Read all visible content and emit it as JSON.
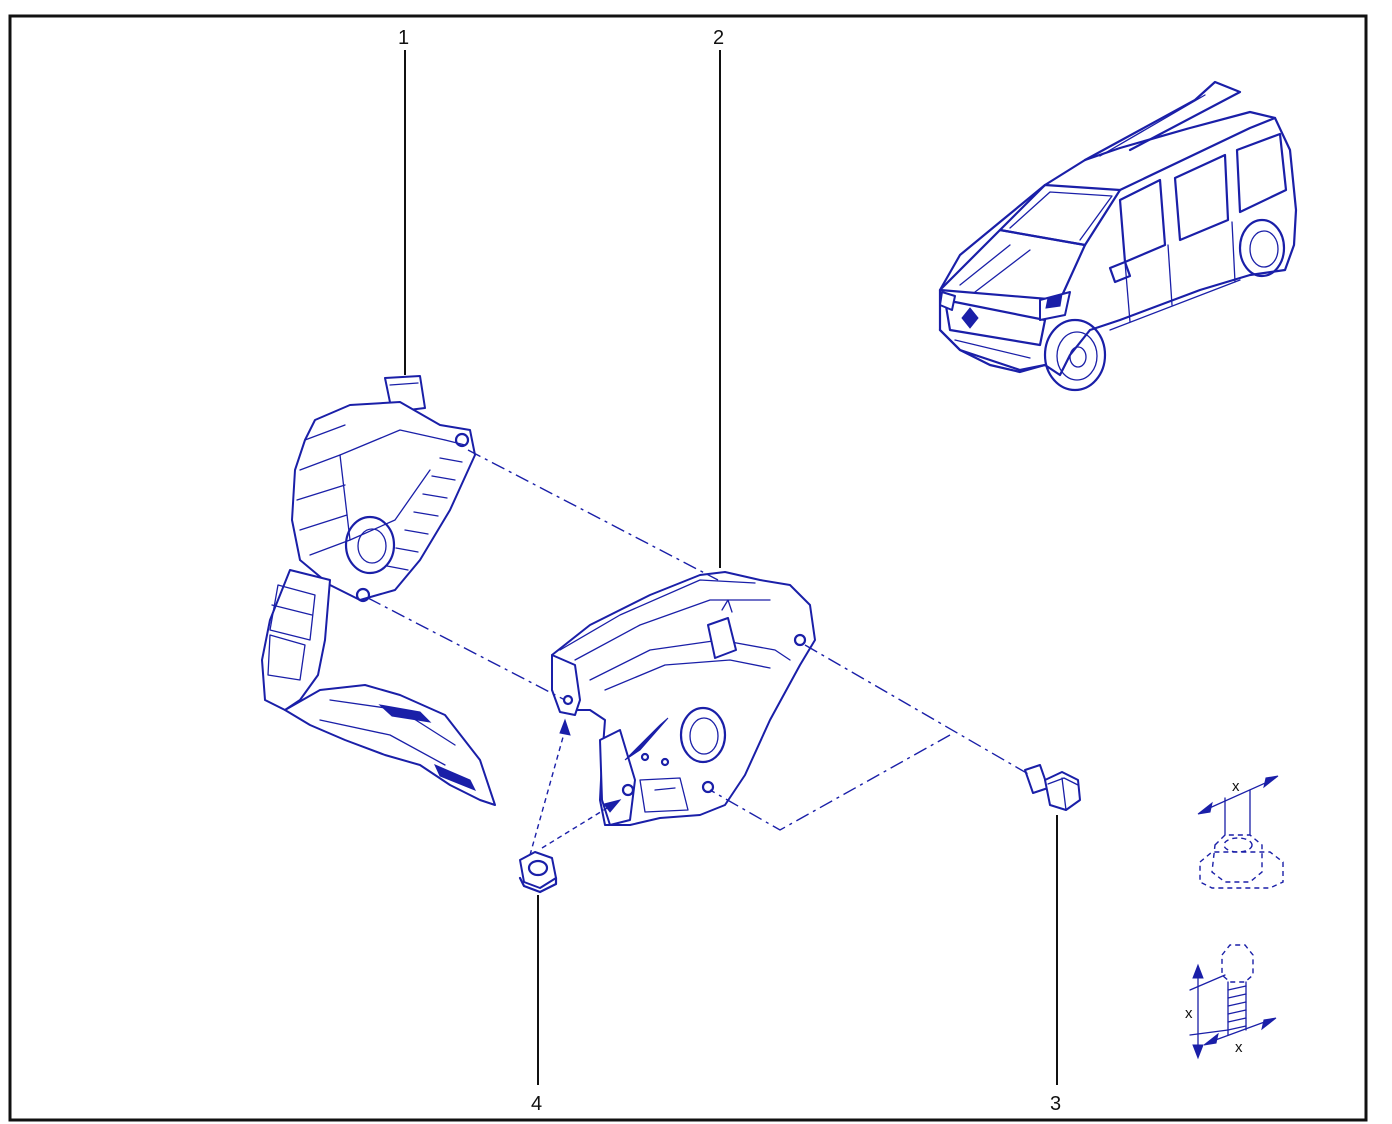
{
  "diagram": {
    "callouts": [
      {
        "id": "1",
        "label": "1"
      },
      {
        "id": "2",
        "label": "2"
      },
      {
        "id": "3",
        "label": "3"
      },
      {
        "id": "4",
        "label": "4"
      }
    ],
    "dimension_legend": {
      "nut_dimension_label": "x",
      "bolt_length_label": "x",
      "bolt_diameter_label": "x"
    },
    "colors": {
      "line_art": "#1a1fa8",
      "frame": "#111111",
      "background": "#ffffff"
    }
  }
}
